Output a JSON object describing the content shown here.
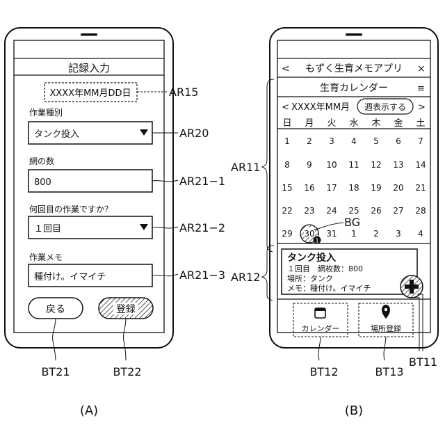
{
  "phone_a": {
    "header_title": "記録入力",
    "date_field": "XXXX年MM月DD日",
    "work_type": {
      "label": "作業種別",
      "value": "タンク投入"
    },
    "net_count": {
      "label": "網の数",
      "value": "800"
    },
    "work_round": {
      "label": "何回目の作業ですか？",
      "value": "１回目"
    },
    "work_memo": {
      "label": "作業メモ",
      "value": "種付け。イマイチ"
    },
    "back_button": "戻る",
    "register_button": "登録"
  },
  "phone_b": {
    "app_title_prev": "<",
    "app_title": "もずく生育メモアプリ",
    "app_title_close": "×",
    "calendar_title": "生育カレンダー",
    "menu_icon": "≡",
    "month_prev": "<",
    "month_label": "XXXX年MM月",
    "week_view_button": "週表示する",
    "month_next": ">",
    "weekdays": [
      "日",
      "月",
      "火",
      "水",
      "木",
      "金",
      "土"
    ],
    "weeks": [
      [
        "1",
        "2",
        "3",
        "4",
        "5",
        "6",
        "7"
      ],
      [
        "8",
        "9",
        "10",
        "11",
        "12",
        "13",
        "14"
      ],
      [
        "15",
        "16",
        "17",
        "18",
        "19",
        "20",
        "21"
      ],
      [
        "22",
        "23",
        "24",
        "25",
        "26",
        "27",
        "28"
      ],
      [
        "29",
        "30",
        "31",
        "1",
        "2",
        "3",
        "4"
      ]
    ],
    "selected_day_badge": "1",
    "detail": {
      "title": "タンク投入",
      "line1": "１回目　網枚数：800",
      "line2": "場所：タンク",
      "line3": "メモ：種付け。イマイチ"
    },
    "add_button": "+",
    "calendar_button": "カレンダー",
    "location_button": "場所登録"
  },
  "labels": {
    "AR15": "AR15",
    "AR20": "AR20",
    "AR21_1": "AR21−1",
    "AR21_2": "AR21−2",
    "AR21_3": "AR21−3",
    "AR11": "AR11",
    "AR12": "AR12",
    "BG": "BG",
    "BT11": "BT11",
    "BT12": "BT12",
    "BT13": "BT13",
    "BT21": "BT21",
    "BT22": "BT22"
  },
  "captions": {
    "a": "(A)",
    "b": "(B)"
  },
  "icons": {
    "dropdown": "triangle-down-icon",
    "calendar": "calendar-icon",
    "location": "map-pin-icon",
    "add": "plus-icon",
    "menu": "hamburger-menu-icon"
  }
}
